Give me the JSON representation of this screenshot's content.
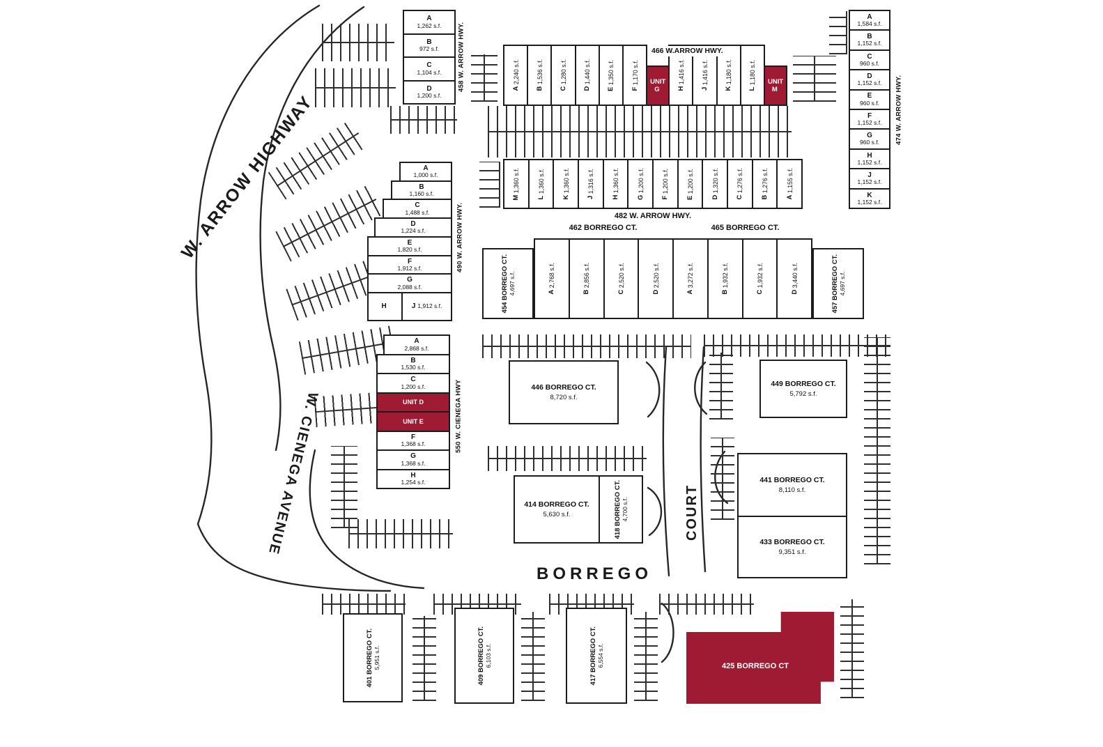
{
  "colors": {
    "highlight": "#9e1b33",
    "line": "#1c1c1c",
    "background": "#ffffff"
  },
  "streets": {
    "arrow_highway": "W. ARROW HIGHWAY",
    "cienega_avenue": "W. CIENEGA AVENUE",
    "borrego": "BORREGO",
    "court": "COURT"
  },
  "buildings": {
    "b458": {
      "label": "458 W. ARROW HWY.",
      "units": [
        {
          "letter": "A",
          "size": "1,262 s.f."
        },
        {
          "letter": "B",
          "size": "972 s.f."
        },
        {
          "letter": "C",
          "size": "1,104 s.f."
        },
        {
          "letter": "D",
          "size": "1,200 s.f."
        }
      ]
    },
    "b466": {
      "label": "466 W.ARROW HWY.",
      "units": [
        {
          "letter": "A",
          "size": "2,240 s.f."
        },
        {
          "letter": "B",
          "size": "1,536 s.f."
        },
        {
          "letter": "C",
          "size": "1,280 s.f."
        },
        {
          "letter": "D",
          "size": "1,440 s.f."
        },
        {
          "letter": "E",
          "size": "1,350 s.f."
        },
        {
          "letter": "F",
          "size": "1,170 s.f."
        },
        {
          "letter": "UNIT G",
          "size": "",
          "highlight": true
        },
        {
          "letter": "H",
          "size": "1,416 s.f."
        },
        {
          "letter": "J",
          "size": "1,416 s.f."
        },
        {
          "letter": "K",
          "size": "1,180 s.f."
        },
        {
          "letter": "L",
          "size": "1,180 s.f."
        },
        {
          "letter": "UNIT M",
          "size": "",
          "highlight": true
        }
      ]
    },
    "b474": {
      "label": "474 W. ARROW HWY.",
      "units": [
        {
          "letter": "A",
          "size": "1,584 s.f."
        },
        {
          "letter": "B",
          "size": "1,152 s.f."
        },
        {
          "letter": "C",
          "size": "960 s.f."
        },
        {
          "letter": "D",
          "size": "1,152 s.f."
        },
        {
          "letter": "E",
          "size": "960 s.f."
        },
        {
          "letter": "F",
          "size": "1,152 s.f."
        },
        {
          "letter": "G",
          "size": "960 s.f."
        },
        {
          "letter": "H",
          "size": "1,152 s.f."
        },
        {
          "letter": "J",
          "size": "1,152 s.f."
        },
        {
          "letter": "K",
          "size": "1,152 s.f."
        }
      ]
    },
    "b490": {
      "label": "490 W. ARROW HWY.",
      "units": [
        {
          "letter": "A",
          "size": "1,000 s.f."
        },
        {
          "letter": "B",
          "size": "1,160 s.f."
        },
        {
          "letter": "C",
          "size": "1,488 s.f."
        },
        {
          "letter": "D",
          "size": "1,224 s.f."
        },
        {
          "letter": "E",
          "size": "1,820 s.f."
        },
        {
          "letter": "F",
          "size": "1,912 s.f."
        },
        {
          "letter": "G",
          "size": "2,088 s.f."
        }
      ],
      "bottom_units": [
        {
          "letter": "H",
          "size": ""
        },
        {
          "letter": "J",
          "size": "1,912 s.f."
        }
      ]
    },
    "b482": {
      "label": "482 W. ARROW HWY.",
      "units": [
        {
          "letter": "M",
          "size": "1,360 s.f."
        },
        {
          "letter": "L",
          "size": "1,360 s.f."
        },
        {
          "letter": "K",
          "size": "1,360 s.f."
        },
        {
          "letter": "J",
          "size": "1,316 s.f."
        },
        {
          "letter": "H",
          "size": "1,360 s.f."
        },
        {
          "letter": "G",
          "size": "1,200 s.f."
        },
        {
          "letter": "F",
          "size": "1,200 s.f."
        },
        {
          "letter": "E",
          "size": "1,200 s.f."
        },
        {
          "letter": "D",
          "size": "1,320 s.f."
        },
        {
          "letter": "C",
          "size": "1,276 s.f."
        },
        {
          "letter": "B",
          "size": "1,276 s.f."
        },
        {
          "letter": "A",
          "size": "1,155 s.f."
        }
      ]
    },
    "b462": {
      "label": "462 BORREGO CT.",
      "units": [
        {
          "letter": "A",
          "size": "2,768 s.f."
        },
        {
          "letter": "B",
          "size": "2,856 s.f."
        },
        {
          "letter": "C",
          "size": "2,520 s.f."
        },
        {
          "letter": "D",
          "size": "2,520 s.f."
        }
      ]
    },
    "b465": {
      "label": "465 BORREGO CT.",
      "units": [
        {
          "letter": "A",
          "size": "3,272 s.f."
        },
        {
          "letter": "B",
          "size": "1,932 s.f."
        },
        {
          "letter": "C",
          "size": "1,932 s.f."
        },
        {
          "letter": "D",
          "size": "3,440 s.f."
        }
      ]
    },
    "b454": {
      "label": "454 BORREGO CT.",
      "size": "4,697 s.f."
    },
    "b457": {
      "label": "457 BORREGO CT.",
      "size": "4,697 s.f."
    },
    "b550": {
      "label": "550 W. CIENEGA HWY",
      "units": [
        {
          "letter": "A",
          "size": "2,868 s.f."
        },
        {
          "letter": "B",
          "size": "1,530 s.f."
        },
        {
          "letter": "C",
          "size": "1,200 s.f."
        },
        {
          "letter": "UNIT D",
          "size": "",
          "highlight": true
        },
        {
          "letter": "UNIT E",
          "size": "",
          "highlight": true
        },
        {
          "letter": "F",
          "size": "1,368 s.f."
        },
        {
          "letter": "G",
          "size": "1,368 s.f."
        },
        {
          "letter": "H",
          "size": "1,254 s.f."
        }
      ]
    },
    "b446": {
      "label": "446 BORREGO CT.",
      "size": "8,720 s.f."
    },
    "b449": {
      "label": "449 BORREGO CT.",
      "size": "5,792 s.f."
    },
    "b414": {
      "label": "414 BORREGO CT.",
      "size": "5,630 s.f."
    },
    "b418": {
      "label": "418 BORREGO CT.",
      "size": "4,700 s.f."
    },
    "b441": {
      "label": "441 BORREGO CT.",
      "size": "8,110 s.f."
    },
    "b433": {
      "label": "433 BORREGO CT.",
      "size": "9,351 s.f."
    },
    "b401": {
      "label": "401 BORREGO CT.",
      "size": "5,951 s.f."
    },
    "b409": {
      "label": "409 BORREGO CT.",
      "size": "6,103 s.f."
    },
    "b417": {
      "label": "417 BORREGO CT.",
      "size": "6,554 s.f."
    },
    "b425": {
      "label": "425 BORREGO CT",
      "size": "",
      "highlight": true
    }
  }
}
